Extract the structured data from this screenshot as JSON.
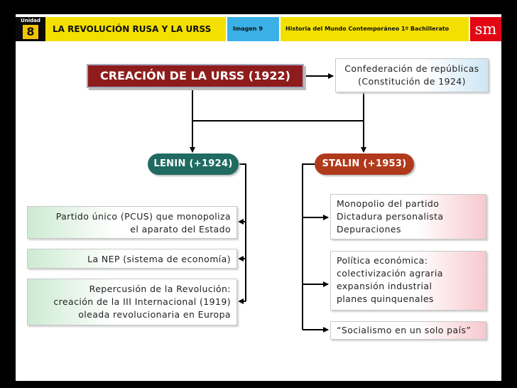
{
  "header": {
    "unit_label": "Unidad",
    "unit_number": "8",
    "title": "LA REVOLUCIÓN RUSA Y LA URSS",
    "image_label": "Imagen 9",
    "book": "Historia del Mundo Contemporáneo 1º Bachillerato",
    "logo": "sm"
  },
  "diagram": {
    "title": "CREACIÓN DE LA URSS (1922)",
    "confederation": [
      "Confederación de repúblicas",
      "(Constitución de 1924)"
    ],
    "lenin": {
      "label": "LENIN (+1924)",
      "items": [
        [
          "Partido único (PCUS) que monopoliza",
          "el aparato del Estado"
        ],
        [
          "La NEP (sistema de economía)"
        ],
        [
          "Repercusión de la Revolución:",
          "creación de la III Internacional (1919)",
          "oleada revolucionaria en Europa"
        ]
      ]
    },
    "stalin": {
      "label": "STALIN (+1953)",
      "items": [
        [
          "Monopolio del partido",
          "Dictadura personalista",
          "Depuraciones"
        ],
        [
          "Política económica:",
          "colectivización agraria",
          "expansión industrial",
          "planes quinquenales"
        ],
        [
          "“Socialismo en un solo país”"
        ]
      ]
    }
  },
  "colors": {
    "title_bg": "#8e1c1c",
    "lenin": "#1f6b62",
    "stalin": "#b03a1b",
    "header_yellow": "#f3e000",
    "header_blue": "#3ab0e6",
    "logo_red": "#e30613"
  }
}
